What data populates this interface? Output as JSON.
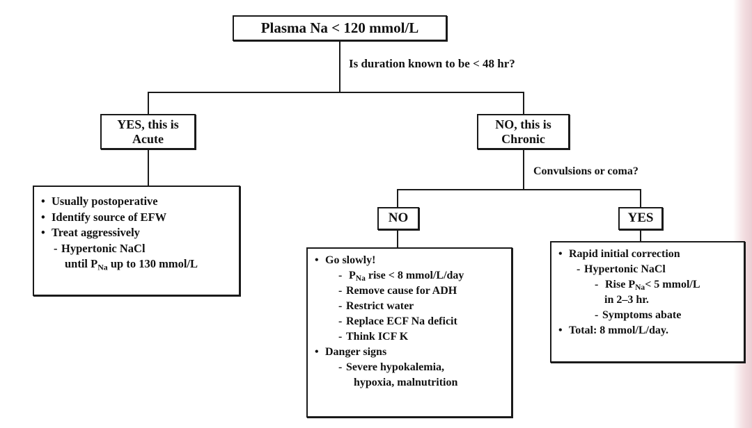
{
  "diagram": {
    "title": "Plasma Na < 120 mmol/L",
    "root_question": "Is duration known to be < 48 hr?",
    "branch_yes": {
      "line1": "YES, this is",
      "line2": "Acute"
    },
    "branch_no": {
      "line1": "NO, this is",
      "line2": "Chronic"
    },
    "acute_box": {
      "items": [
        "Usually postoperative",
        "Identify source of EFW",
        "Treat aggressively",
        "Hypertonic NaCl",
        "until P",
        "Na",
        " up to 130 mmol/L"
      ]
    },
    "chronic_question": "Convulsions or coma?",
    "chronic_no_label": "NO",
    "chronic_yes_label": "YES",
    "no_box": {
      "l1": "Go slowly!",
      "l2a": "P",
      "l2b": "Na",
      "l2c": " rise < 8 mmol/L/day",
      "l3": "Remove cause for ADH",
      "l4": "Restrict water",
      "l5": "Replace ECF Na deficit",
      "l6": "Think ICF K",
      "l7": "Danger signs",
      "l8": "Severe hypokalemia,",
      "l9": "hypoxia, malnutrition"
    },
    "yes_box": {
      "l1": "Rapid initial correction",
      "l2": "Hypertonic NaCl",
      "l3a": "Rise P",
      "l3b": "Na",
      "l3c": "< 5 mmol/L",
      "l4": "in 2–3 hr.",
      "l5": "Symptoms abate",
      "l6": "Total:  8 mmol/L/day."
    },
    "colors": {
      "ink": "#1a1a1a",
      "paper": "#ffffff",
      "edge_tint": "#f0d8dc"
    }
  }
}
